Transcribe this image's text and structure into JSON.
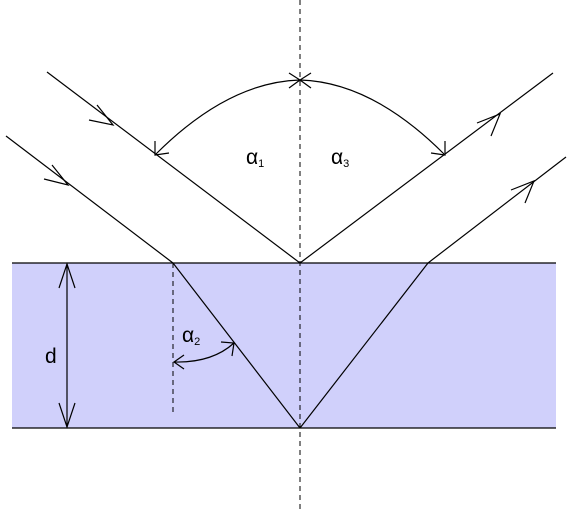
{
  "diagram": {
    "labels": {
      "thickness": "d",
      "angle1": "α",
      "angle1_sub": "1",
      "angle2": "α",
      "angle2_sub": "2",
      "angle3": "α",
      "angle3_sub": "3"
    },
    "colors": {
      "slab_fill": "#d0d0fb",
      "stroke": "#000000"
    }
  }
}
